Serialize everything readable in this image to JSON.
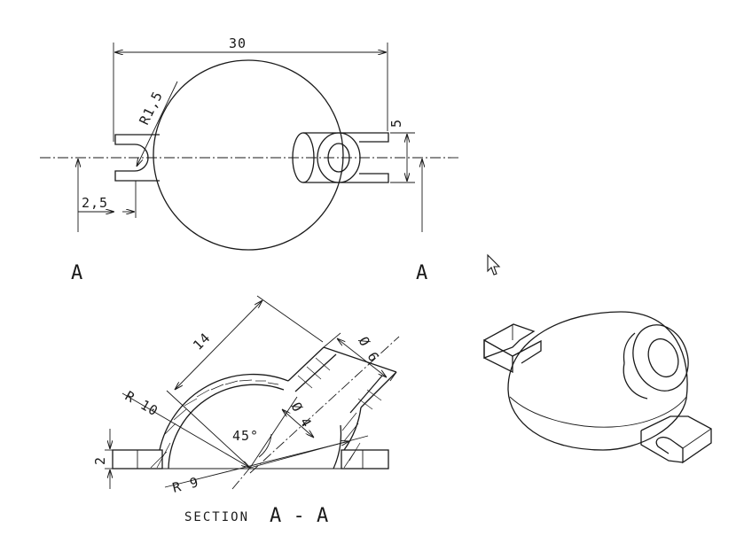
{
  "top_view": {
    "width_dim": "30",
    "slot_radius_dim": "R1,5",
    "offset_dim": "2,5",
    "height_dim": "5",
    "section_left": "A",
    "section_right": "A"
  },
  "section_view": {
    "slant_dim": "14",
    "outer_dia_dim": "Ø 6",
    "inner_dia_dim": "Ø 4",
    "angle_dim": "45°",
    "outer_radius_dim": "R 10",
    "inner_radius_dim": "R 9",
    "thickness_dim": "2",
    "caption_word": "SECTION",
    "caption_letters": "A - A"
  },
  "colors": {
    "line": "#1a1a1a",
    "background": "#ffffff"
  },
  "icons": [
    "mouse-cursor-icon"
  ]
}
